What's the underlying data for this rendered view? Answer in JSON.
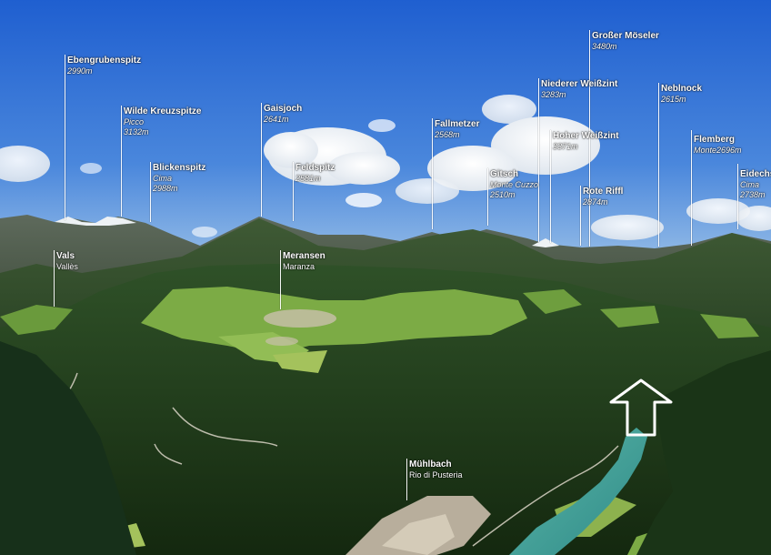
{
  "peaks": [
    {
      "name": "Ebengrubenspitz",
      "sub": "2990m"
    },
    {
      "name": "Wilde Kreuzspitze",
      "sub": "Picco 3132m"
    },
    {
      "name": "Blickenspitz",
      "sub": "Cima 2988m"
    },
    {
      "name": "Gaisjoch",
      "sub": "2641m"
    },
    {
      "name": "Feldspitz",
      "sub": "2581m"
    },
    {
      "name": "Fallmetzer",
      "sub": "2568m"
    },
    {
      "name": "Gitsch",
      "sub": "Monte Cuzzo 2510m"
    },
    {
      "name": "Niederer Weißzint",
      "sub": "3283m"
    },
    {
      "name": "Großer Möseler",
      "sub": "3480m"
    },
    {
      "name": "Hoher Weißzint",
      "sub": "3371m"
    },
    {
      "name": "Rote Riffl",
      "sub": "2874m"
    },
    {
      "name": "Neblnock",
      "sub": "2615m"
    },
    {
      "name": "Flemberg",
      "sub": "Monte2696m"
    },
    {
      "name": "Eidechs",
      "sub": "Cima 2738m"
    }
  ],
  "places": [
    {
      "name": "Vals",
      "sub": "Vallès"
    },
    {
      "name": "Meransen",
      "sub": "Maranza"
    },
    {
      "name": "Mühlbach",
      "sub": "Rio di Pusteria"
    }
  ],
  "colors": {
    "sky_top": "#1f5fd0",
    "sky_bottom": "#8fb8e4",
    "forest": "#1c3a1c",
    "meadow": "#7cab45",
    "river": "#3fa39a"
  }
}
